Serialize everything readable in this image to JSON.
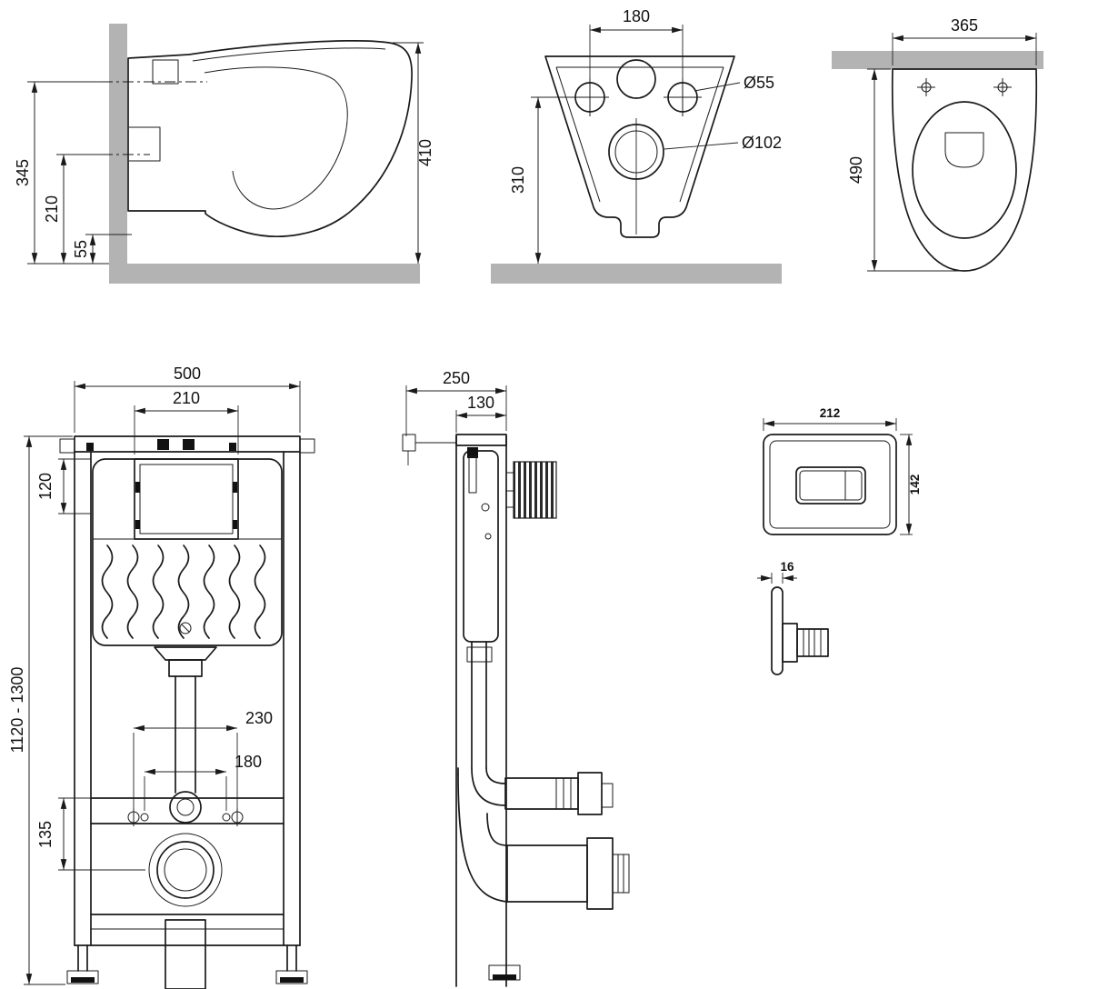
{
  "colors": {
    "line": "#1a1a1a",
    "section_gray": "#b3b3b3",
    "background": "#ffffff"
  },
  "views": {
    "toilet_side": {
      "dim_345": "345",
      "dim_210": "210",
      "dim_55": "55",
      "dim_410": "410"
    },
    "toilet_bottom": {
      "dim_180": "180",
      "dia_55": "Ø55",
      "dia_102": "Ø102",
      "dim_310": "310"
    },
    "toilet_top": {
      "dim_365": "365",
      "dim_490": "490"
    },
    "frame_front": {
      "dim_500": "500",
      "dim_210": "210",
      "dim_120": "120",
      "dim_range": "1120 - 1300",
      "dim_230": "230",
      "dim_180": "180",
      "dim_135": "135"
    },
    "frame_side": {
      "dim_250": "250",
      "dim_130": "130"
    },
    "flush_plate": {
      "dim_212": "212",
      "dim_142": "142",
      "dim_16": "16"
    }
  }
}
